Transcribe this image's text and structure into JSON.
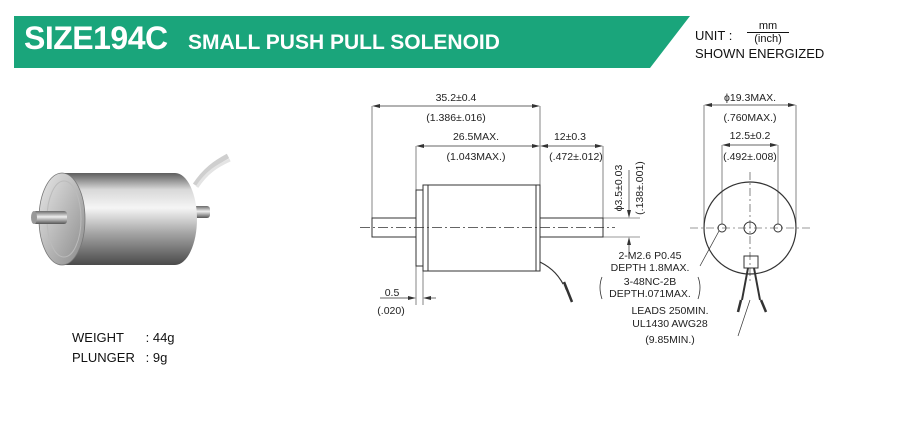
{
  "header": {
    "model": "SIZE194C",
    "title": "SMALL PUSH PULL SOLENOID",
    "colors": {
      "banner": "#1aa57b",
      "text": "#ffffff"
    }
  },
  "units": {
    "label": "UNIT :",
    "primary": "mm",
    "secondary": "(inch)",
    "note": "SHOWN ENERGIZED"
  },
  "specs": [
    {
      "label": "WEIGHT",
      "value": ": 44g"
    },
    {
      "label": "PLUNGER",
      "value": ": 9g"
    }
  ],
  "dimensions": {
    "overall_length": "35.2±0.4",
    "overall_length_in": "(1.386±.016)",
    "body_length": "26.5MAX.",
    "body_length_in": "(1.043MAX.)",
    "stroke": "12±0.3",
    "stroke_in": "(.472±.012)",
    "shaft_dia": "ϕ3.5±0.03",
    "shaft_dia_in": "(.138±.001)",
    "flange": "0.5",
    "flange_in": "(.020)",
    "body_dia": "ϕ19.3MAX.",
    "body_dia_in": "(.760MAX.)",
    "hole_pitch": "12.5±0.2",
    "hole_pitch_in": "(.492±.008)",
    "thread_1": "2-M2.6 P0.45",
    "thread_2": "DEPTH 1.8MAX.",
    "thread_3": "3-48NC-2B",
    "thread_4": "DEPTH.071MAX.",
    "leads_1": "LEADS 250MIN.",
    "leads_2": "UL1430 AWG28",
    "leads_3": "(9.85MIN.)"
  }
}
